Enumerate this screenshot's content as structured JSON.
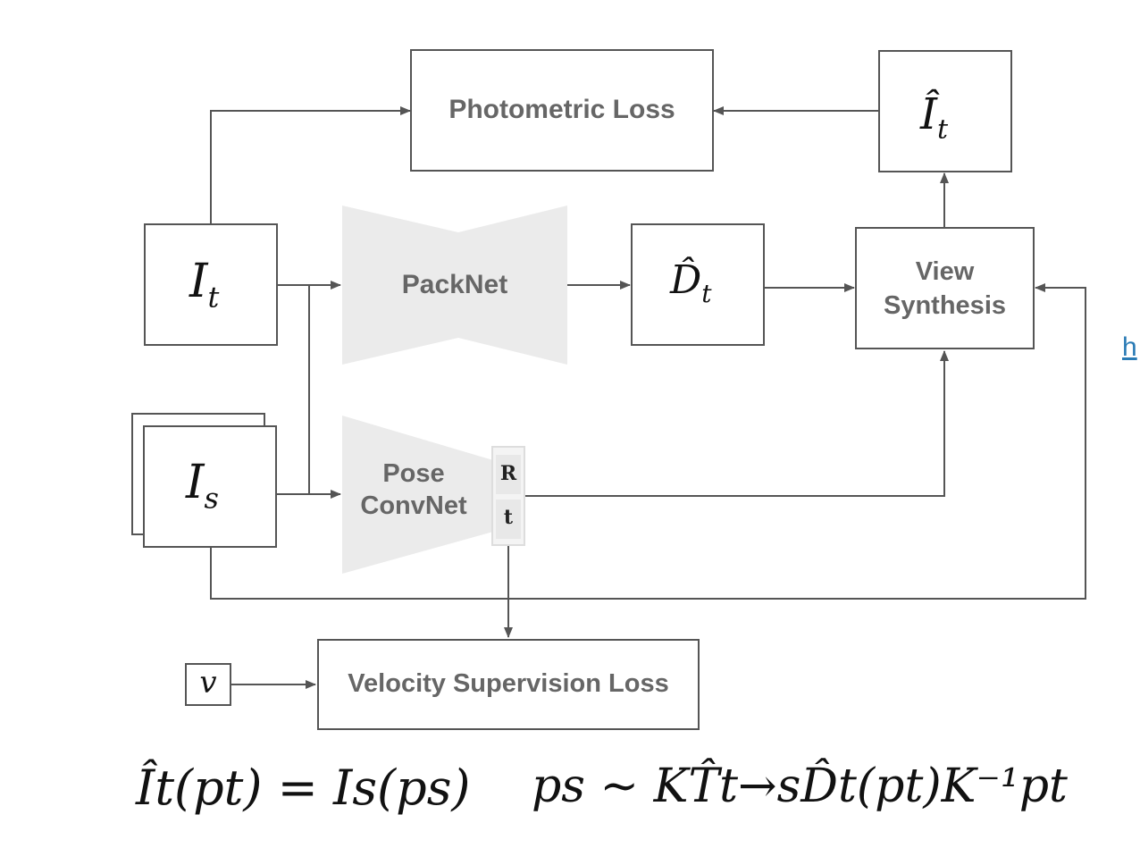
{
  "diagram": {
    "photometric_loss": "Photometric Loss",
    "packnet": "PackNet",
    "pose_line1": "Pose",
    "pose_line2": "ConvNet",
    "view_synthesis_line1": "View",
    "view_synthesis_line2": "Synthesis",
    "velocity_loss": "Velocity Supervision Loss",
    "rotation": "R",
    "translation": "t",
    "velocity_symbol": "v",
    "target_image": "I",
    "target_sub": "t",
    "source_image": "I",
    "source_sub": "s",
    "depth_pred": "D̂",
    "depth_sub": "t",
    "synth_image": "Î",
    "synth_sub": "t"
  },
  "equations": {
    "eq1": "Ît(pt) = Is(ps)",
    "eq2": "ps ~ KT̂t→sD̂t(pt)K⁻¹pt"
  },
  "edge_link": "h"
}
